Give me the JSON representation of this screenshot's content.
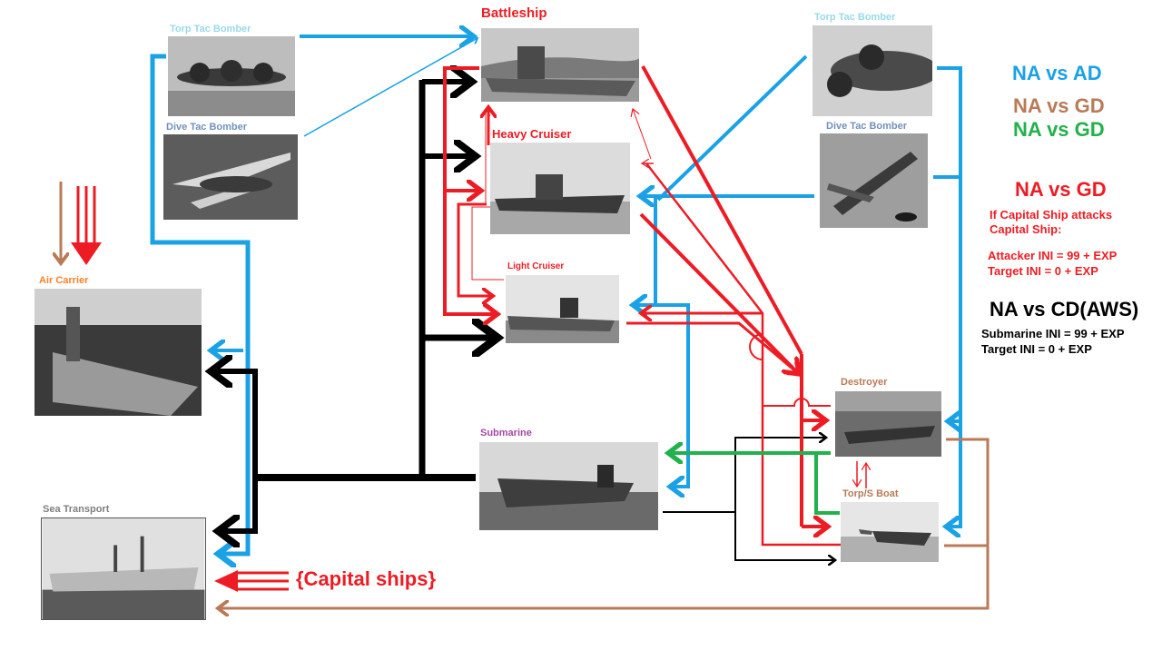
{
  "colors": {
    "air": "#1aa1e6",
    "ground_brown": "#b97a57",
    "ground_green": "#22b14c",
    "capital_red": "#ed1c24",
    "black": "#000000",
    "label_torp_air": "#99d9ea",
    "label_dive_air": "#7092be",
    "label_carrier": "#ff7f27",
    "label_transport": "#7f7f7f",
    "label_submarine": "#a349a4",
    "label_surface": "#ed1c24",
    "label_small": "#b97a57"
  },
  "nodes": {
    "torp_tac_bomber_left": {
      "label": "Torp Tac Bomber",
      "icon": "torpedo-bomber-photo"
    },
    "dive_tac_bomber_left": {
      "label": "Dive Tac Bomber",
      "icon": "dive-bomber-photo"
    },
    "torp_tac_bomber_right": {
      "label": "Torp Tac Bomber",
      "icon": "torpedo-bomber-photo"
    },
    "dive_tac_bomber_right": {
      "label": "Dive Tac Bomber",
      "icon": "dive-bomber-photo"
    },
    "battleship": {
      "label": "Battleship",
      "icon": "battleship-photo"
    },
    "heavy_cruiser": {
      "label": "Heavy Cruiser",
      "icon": "heavy-cruiser-photo"
    },
    "light_cruiser": {
      "label": "Light Cruiser",
      "icon": "light-cruiser-photo"
    },
    "air_carrier": {
      "label": "Air Carrier",
      "icon": "aircraft-carrier-photo"
    },
    "sea_transport": {
      "label": "Sea Transport",
      "icon": "transport-ship-photo"
    },
    "submarine": {
      "label": "Submarine",
      "icon": "submarine-photo"
    },
    "destroyer": {
      "label": "Destroyer",
      "icon": "destroyer-photo"
    },
    "torp_s_boat": {
      "label": "Torp/S Boat",
      "icon": "torpedo-boat-photo"
    }
  },
  "annotations": {
    "capital_ships": "{Capital ships}"
  },
  "legend": {
    "air_vs": "NA vs AD",
    "brown_vs": "NA vs GD",
    "green_vs": "NA vs GD",
    "red_vs": "NA vs GD",
    "red_rule_1": "If Capital Ship attacks",
    "red_rule_2": "Capital Ship:",
    "red_attacker": "Attacker INI = 99 + EXP",
    "red_target": "Target INI = 0 + EXP",
    "black_vs": "NA vs CD(AWS)",
    "black_sub": "Submarine INI = 99 + EXP",
    "black_target": "Target INI = 0 + EXP"
  }
}
